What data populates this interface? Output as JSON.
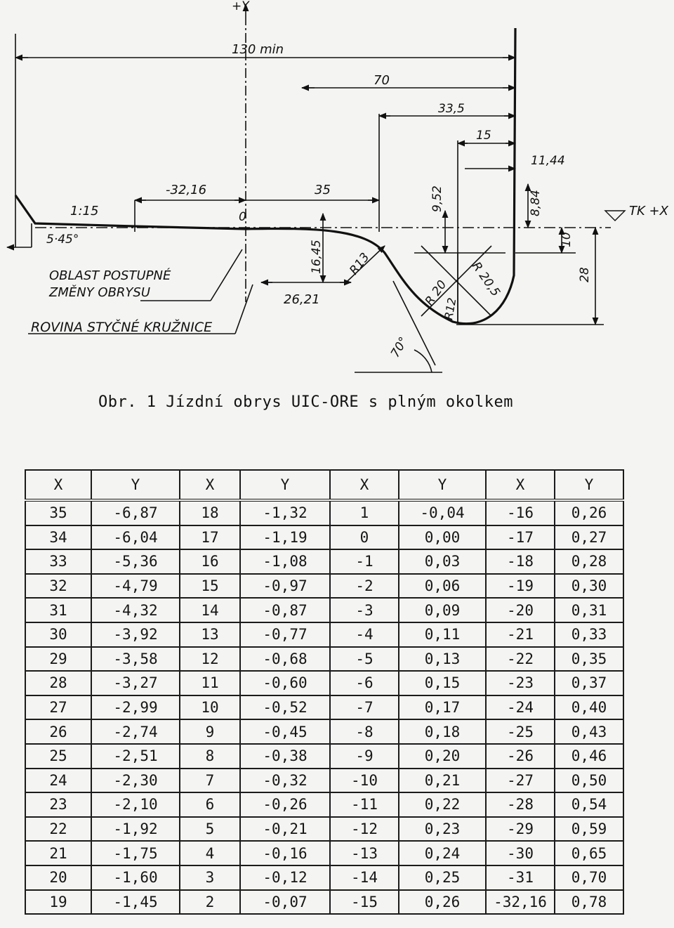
{
  "figure": {
    "axis_y": "+Y",
    "axis_x": "TK +X",
    "dim_130": "130 min",
    "dim_70": "70",
    "dim_33_5": "33,5",
    "dim_15": "15",
    "dim_11_44": "11,44",
    "dim_minus_32_16": "-32,16",
    "dim_35": "35",
    "dim_0": "0",
    "dim_9_52": "9,52",
    "dim_8_84": "8,84",
    "dim_10": "10",
    "dim_28": "28",
    "dim_1_15": "1:15",
    "dim_chamfer": "5·45°",
    "dim_16_45": "16,45",
    "dim_R13": "R13",
    "dim_26_21": "26,21",
    "dim_R20": "R 20",
    "dim_R20_5": "R 20,5",
    "dim_R12": "R12",
    "dim_70deg": "70°",
    "label_oblast_1": "OBLAST POSTUPNÉ",
    "label_oblast_2": "ZMĚNY OBRYSU",
    "label_rovina": "ROVINA STYČNÉ KRUŽNICE"
  },
  "caption": "Obr. 1  Jízdní obrys UIC-ORE s plným okolkem",
  "table": {
    "headers": [
      "X",
      "Y",
      "X",
      "Y",
      "X",
      "Y",
      "X",
      "Y"
    ],
    "rows": [
      [
        "35",
        "-6,87",
        "18",
        "-1,32",
        "1",
        "-0,04",
        "-16",
        "0,26"
      ],
      [
        "34",
        "-6,04",
        "17",
        "-1,19",
        "0",
        "0,00",
        "-17",
        "0,27"
      ],
      [
        "33",
        "-5,36",
        "16",
        "-1,08",
        "-1",
        "0,03",
        "-18",
        "0,28"
      ],
      [
        "32",
        "-4,79",
        "15",
        "-0,97",
        "-2",
        "0,06",
        "-19",
        "0,30"
      ],
      [
        "31",
        "-4,32",
        "14",
        "-0,87",
        "-3",
        "0,09",
        "-20",
        "0,31"
      ],
      [
        "30",
        "-3,92",
        "13",
        "-0,77",
        "-4",
        "0,11",
        "-21",
        "0,33"
      ],
      [
        "29",
        "-3,58",
        "12",
        "-0,68",
        "-5",
        "0,13",
        "-22",
        "0,35"
      ],
      [
        "28",
        "-3,27",
        "11",
        "-0,60",
        "-6",
        "0,15",
        "-23",
        "0,37"
      ],
      [
        "27",
        "-2,99",
        "10",
        "-0,52",
        "-7",
        "0,17",
        "-24",
        "0,40"
      ],
      [
        "26",
        "-2,74",
        "9",
        "-0,45",
        "-8",
        "0,18",
        "-25",
        "0,43"
      ],
      [
        "25",
        "-2,51",
        "8",
        "-0,38",
        "-9",
        "0,20",
        "-26",
        "0,46"
      ],
      [
        "24",
        "-2,30",
        "7",
        "-0,32",
        "-10",
        "0,21",
        "-27",
        "0,50"
      ],
      [
        "23",
        "-2,10",
        "6",
        "-0,26",
        "-11",
        "0,22",
        "-28",
        "0,54"
      ],
      [
        "22",
        "-1,92",
        "5",
        "-0,21",
        "-12",
        "0,23",
        "-29",
        "0,59"
      ],
      [
        "21",
        "-1,75",
        "4",
        "-0,16",
        "-13",
        "0,24",
        "-30",
        "0,65"
      ],
      [
        "20",
        "-1,60",
        "3",
        "-0,12",
        "-14",
        "0,25",
        "-31",
        "0,70"
      ],
      [
        "19",
        "-1,45",
        "2",
        "-0,07",
        "-15",
        "0,26",
        "-32,16",
        "0,78"
      ]
    ]
  }
}
